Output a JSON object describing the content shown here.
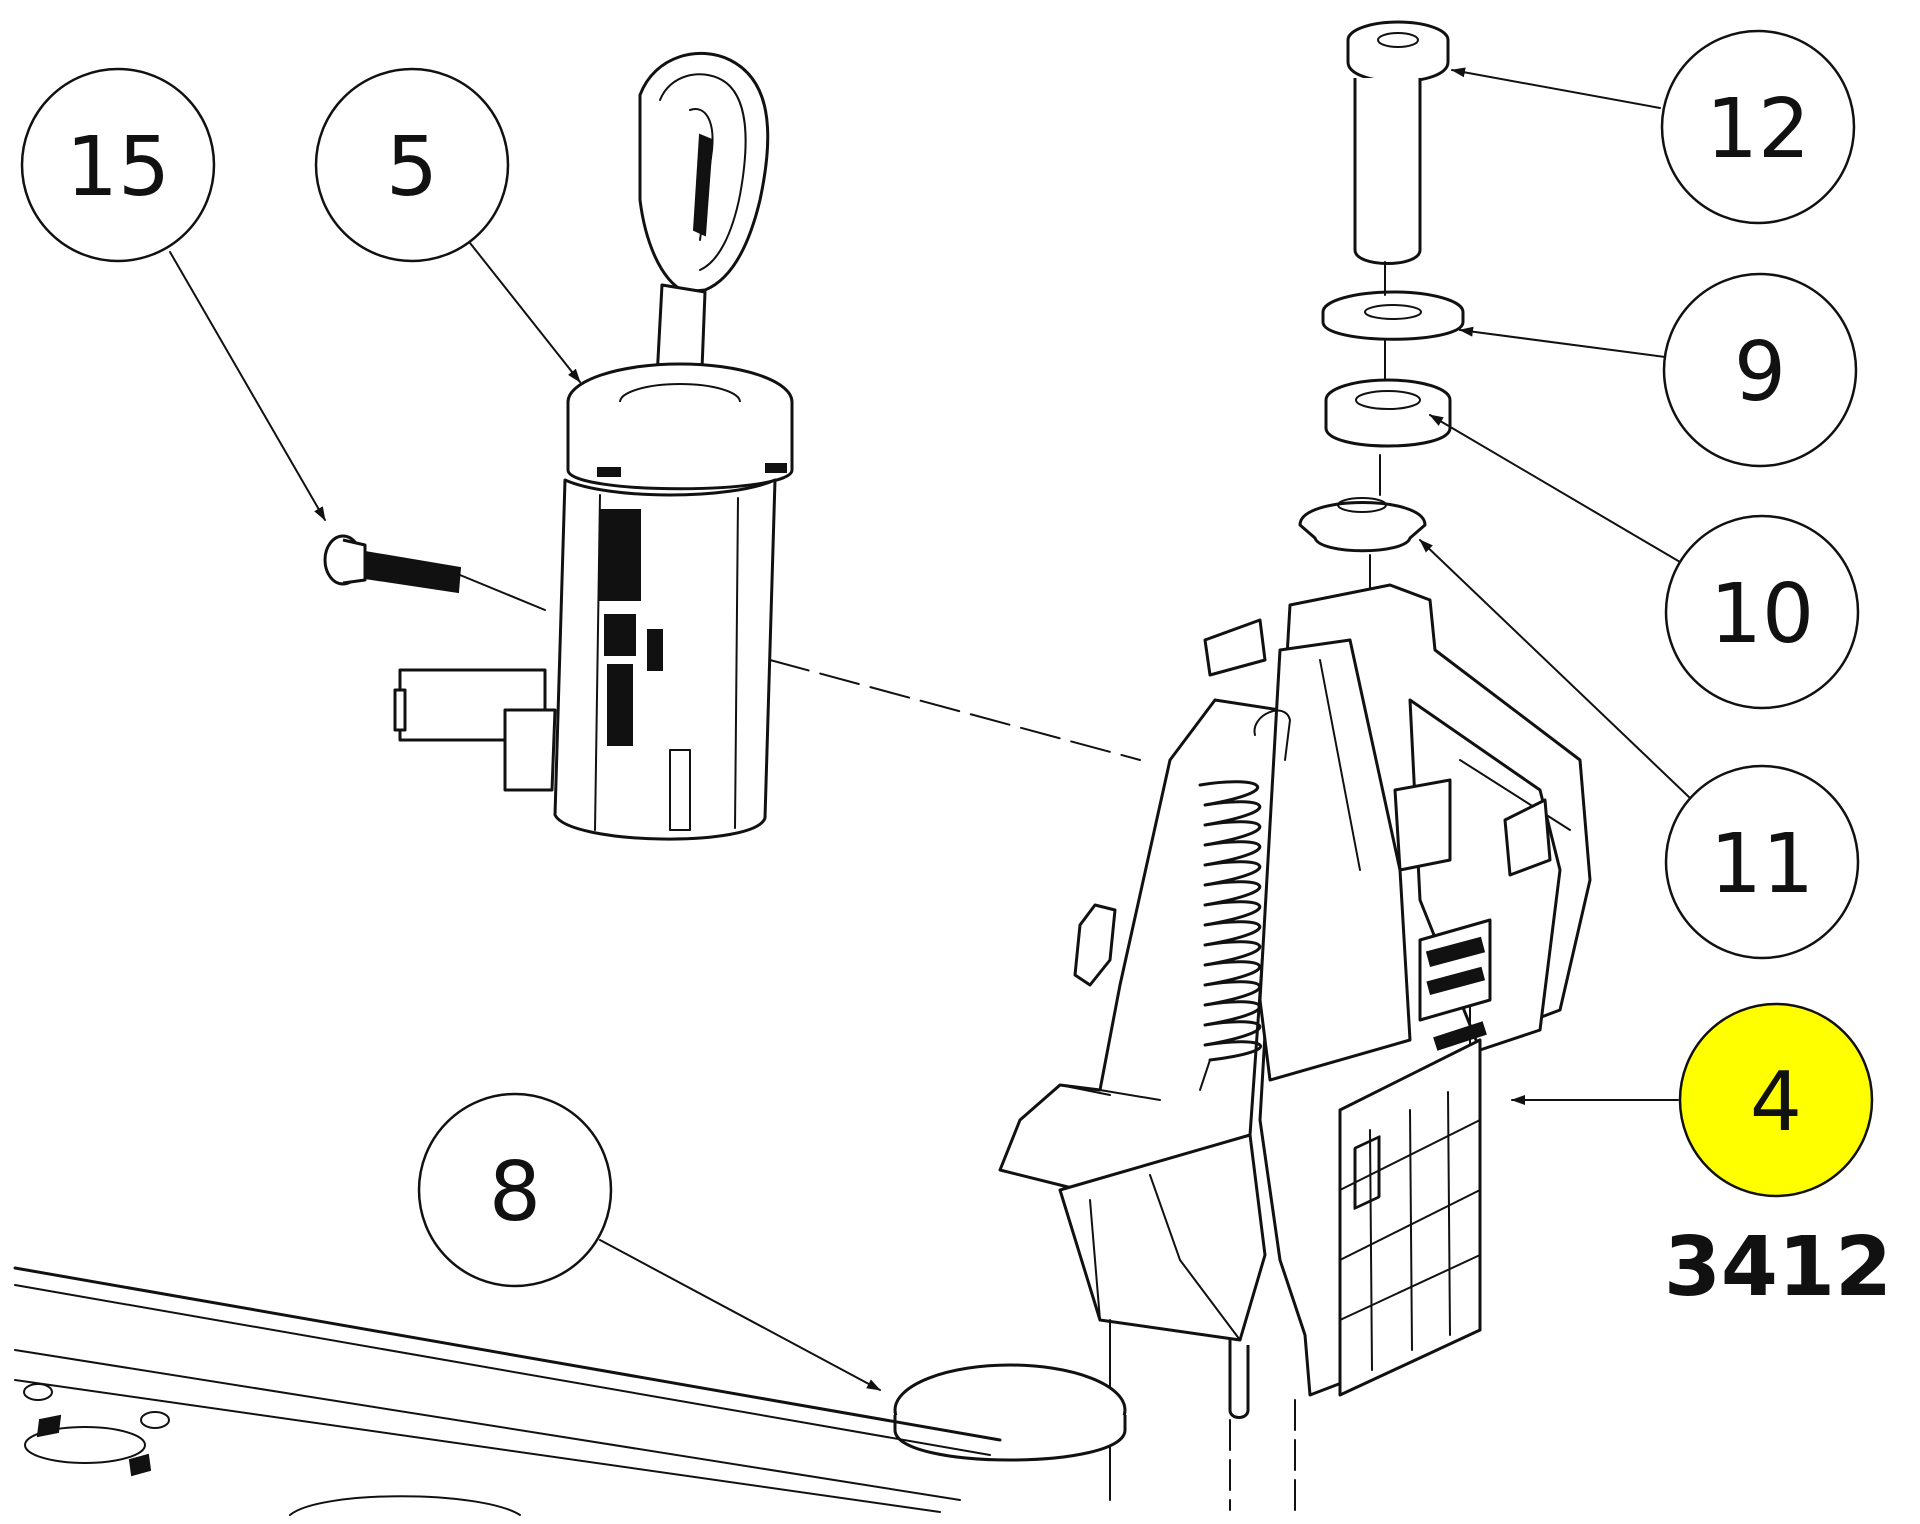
{
  "diagram": {
    "callouts": [
      {
        "id": "15",
        "label": "15"
      },
      {
        "id": "5",
        "label": "5"
      },
      {
        "id": "12",
        "label": "12"
      },
      {
        "id": "9",
        "label": "9"
      },
      {
        "id": "10",
        "label": "10"
      },
      {
        "id": "11",
        "label": "11"
      },
      {
        "id": "4",
        "label": "4",
        "highlight": "#ffff00"
      },
      {
        "id": "8",
        "label": "8"
      }
    ],
    "part_code": "3412"
  }
}
